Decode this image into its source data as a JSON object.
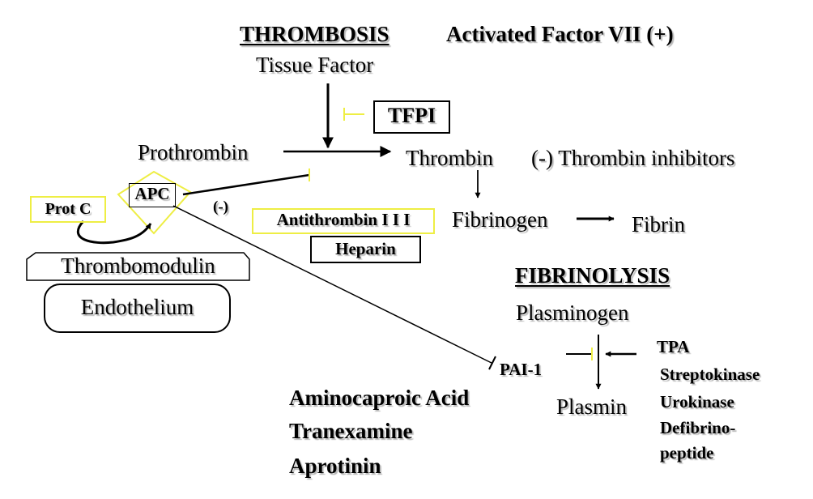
{
  "thrombosis": {
    "title": "THROMBOSIS",
    "activated_factor": "Activated Factor VII (+)",
    "tissue_factor": "Tissue Factor",
    "tfpi": "TFPI",
    "prothrombin": "Prothrombin",
    "thrombin": "Thrombin",
    "thrombin_inhibitors": "(-) Thrombin inhibitors",
    "fibrinogen": "Fibrinogen",
    "fibrin": "Fibrin",
    "antithrombin": "Antithrombin  I I I",
    "heparin": "Heparin"
  },
  "protein_c": {
    "apc": "APC",
    "prot_c": "Prot C",
    "negative": "(-)",
    "thrombomodulin": "Thrombomodulin",
    "endothelium": "Endothelium"
  },
  "fibrinolysis": {
    "title": "FIBRINOLYSIS",
    "plasminogen": "Plasminogen",
    "pai1": "PAI-1",
    "tpa": "TPA",
    "plasmin": "Plasmin",
    "activators": [
      "Streptokinase",
      "Urokinase",
      "Defibrino-",
      "peptide"
    ],
    "inhibitor_drugs": [
      "Aminocaproic Acid",
      "Tranexamine",
      "Aprotinin"
    ]
  },
  "colors": {
    "highlight": "#eeee44",
    "ink": "#000000"
  }
}
